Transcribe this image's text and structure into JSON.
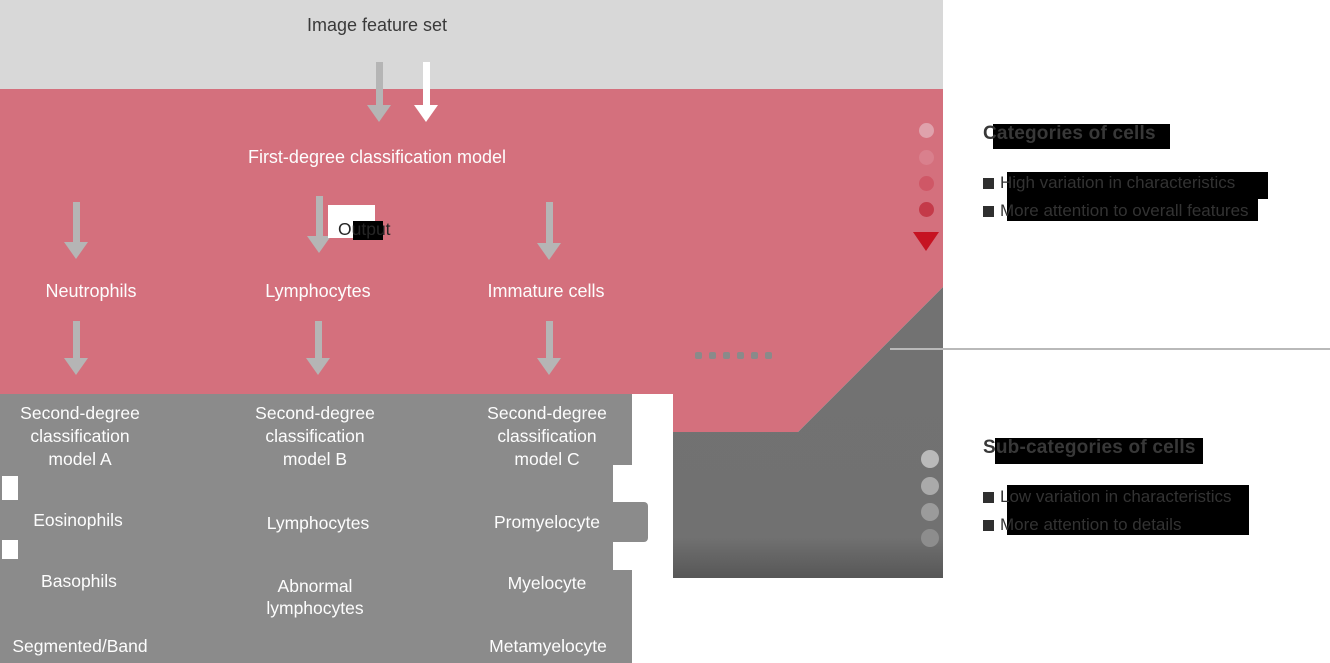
{
  "diagram": {
    "top_label": "Image feature set",
    "first_degree_label": "First-degree classification model",
    "output_label": "Output",
    "categories": [
      {
        "label": "Neutrophils"
      },
      {
        "label": "Lymphocytes"
      },
      {
        "label": "Immature cells"
      }
    ],
    "models": [
      {
        "lines": [
          "Second-degree",
          "classification",
          "model A"
        ],
        "items": [
          "Eosinophils",
          "Basophils",
          "Segmented/Band"
        ]
      },
      {
        "lines": [
          "Second-degree",
          "classification",
          "model B"
        ],
        "items": [
          "Lymphocytes",
          "Abnormal lymphocytes"
        ]
      },
      {
        "lines": [
          "Second-degree",
          "classification",
          "model C"
        ],
        "items": [
          "Promyelocyte",
          "Myelocyte",
          "Metamyelocyte"
        ]
      }
    ]
  },
  "legend": {
    "categories": {
      "title": "Categories of cells",
      "bullets": [
        "High variation in characteristics",
        "More attention to overall features"
      ]
    },
    "subcategories": {
      "title": "Sub-categories of cells",
      "bullets": [
        "Low variation in characteristics",
        "More attention to details"
      ]
    }
  },
  "icons": {
    "down_arrow": "down-arrow",
    "bullet": "square-bullet"
  },
  "colors": {
    "top_band": "#d8d8d8",
    "pink_region": "#d4707d",
    "main_panel_gray": "#8b8b8b",
    "right_shape_gray": "#717171",
    "arrow_gray": "#b5b5b5",
    "arrow_white": "#ffffff",
    "accent_red": "#c61322",
    "red_dots": [
      "#dfa2ac",
      "#d9808d",
      "#cf5766",
      "#c43a49"
    ],
    "gray_dots": [
      "#bababa",
      "#aaaaaa",
      "#9b9b9b",
      "#8d8d8d"
    ],
    "text_dark": "#3a3a3a",
    "text_white": "#fdfdfd",
    "highlight_black": "#000000"
  }
}
